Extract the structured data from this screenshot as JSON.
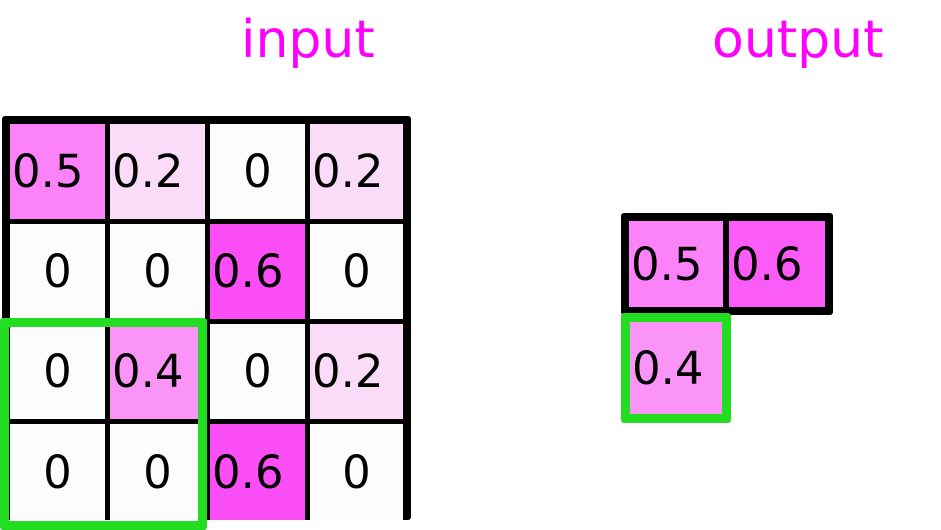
{
  "titles": {
    "input": "input",
    "output": "output"
  },
  "colors": {
    "title": "#ff00ff",
    "border": "#000000",
    "selection": "#22dd22",
    "zero": "#fdfcfd",
    "v02": "#fbdcf8",
    "v04": "#fb94f7",
    "v05": "#fb82f8",
    "v06": "#fb4ef7",
    "background": "#ffffff"
  },
  "input_grid": {
    "rows": 4,
    "cols": 4,
    "values": [
      [
        "0.5",
        "0.2",
        "0",
        "0.2"
      ],
      [
        "0",
        "0",
        "0.6",
        "0"
      ],
      [
        "0",
        "0.4",
        "0",
        "0.2"
      ],
      [
        "0",
        "0",
        "0.6",
        "0"
      ]
    ],
    "cell_colors": [
      [
        "#fb82f8",
        "#fbdcf8",
        "#fdfcfd",
        "#fbdcf8"
      ],
      [
        "#fdfcfd",
        "#fdfcfd",
        "#fb4ef7",
        "#fdfcfd"
      ],
      [
        "#fdfcfd",
        "#fb94f7",
        "#fdfcfd",
        "#fbdcf8"
      ],
      [
        "#fdfcfd",
        "#fdfcfd",
        "#fb4ef7",
        "#fdfcfd"
      ]
    ],
    "selection": {
      "row_start": 3,
      "row_end": 4,
      "col_start": 1,
      "col_end": 2
    }
  },
  "output_grid": {
    "top_row": {
      "values": [
        "0.5",
        "0.6"
      ],
      "cell_colors": [
        "#fb82f8",
        "#fb5cf8"
      ]
    },
    "selected_cell": {
      "value": "0.4",
      "color": "#fb94f7"
    }
  }
}
